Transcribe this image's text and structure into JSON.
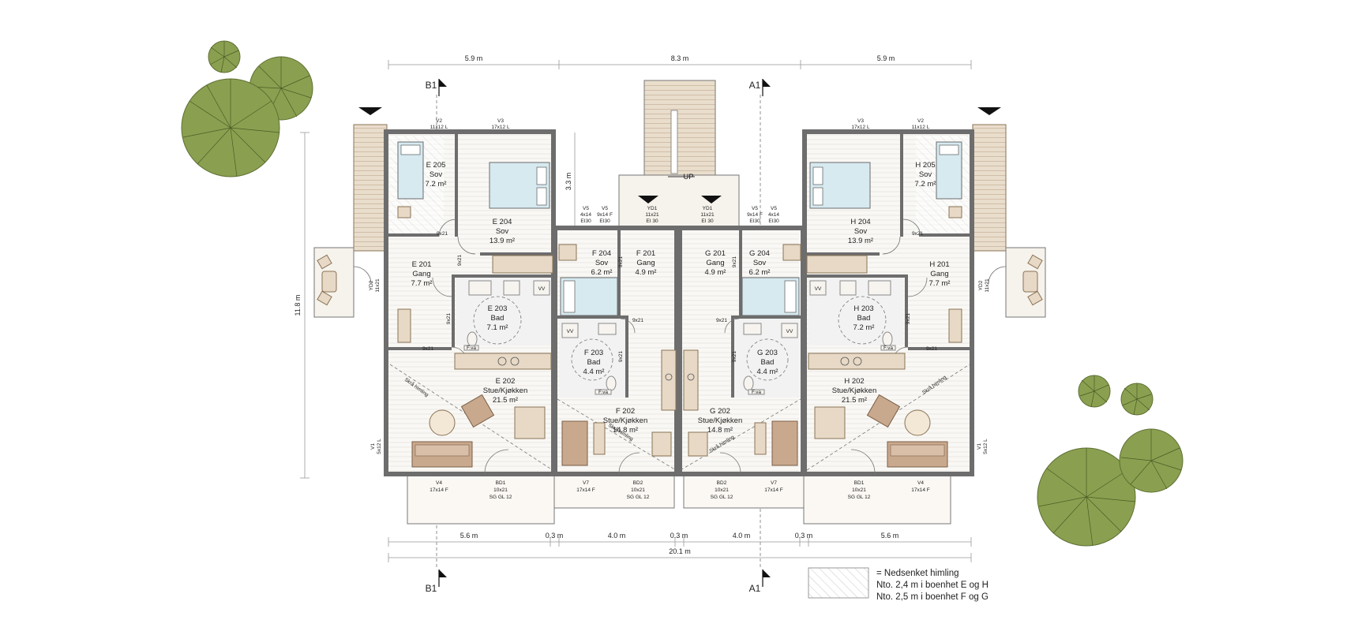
{
  "dimensions": {
    "top": [
      "5.9 m",
      "8.3 m",
      "5.9 m"
    ],
    "bottom": [
      "5.6 m",
      "0.3 m",
      "4.0 m",
      "0.3 m",
      "4.0 m",
      "0.3 m",
      "5.6 m"
    ],
    "total": "20.1 m",
    "height": "11.8 m",
    "stair": "3.3 m"
  },
  "sections": {
    "b1": "B1",
    "a1": "A1"
  },
  "stair_label": "UP",
  "rooms": [
    {
      "name": "E 205",
      "use": "Sov",
      "area": "7.2 m²"
    },
    {
      "name": "E 204",
      "use": "Sov",
      "area": "13.9 m²"
    },
    {
      "name": "E 201",
      "use": "Gang",
      "area": "7.7 m²"
    },
    {
      "name": "E 203",
      "use": "Bad",
      "area": "7.1 m²"
    },
    {
      "name": "E 202",
      "use": "Stue/Kjøkken",
      "area": "21.5 m²"
    },
    {
      "name": "F 204",
      "use": "Sov",
      "area": "6.2 m²"
    },
    {
      "name": "F 201",
      "use": "Gang",
      "area": "4.9 m²"
    },
    {
      "name": "F 203",
      "use": "Bad",
      "area": "4.4 m²"
    },
    {
      "name": "F 202",
      "use": "Stue/Kjøkken",
      "area": "14.8 m²"
    },
    {
      "name": "G 201",
      "use": "Gang",
      "area": "4.9 m²"
    },
    {
      "name": "G 204",
      "use": "Sov",
      "area": "6.2 m²"
    },
    {
      "name": "G 203",
      "use": "Bad",
      "area": "4.4 m²"
    },
    {
      "name": "G 202",
      "use": "Stue/Kjøkken",
      "area": "14.8 m²"
    },
    {
      "name": "H 205",
      "use": "Sov",
      "area": "7.2 m²"
    },
    {
      "name": "H 204",
      "use": "Sov",
      "area": "13.9 m²"
    },
    {
      "name": "H 201",
      "use": "Gang",
      "area": "7.7 m²"
    },
    {
      "name": "H 203",
      "use": "Bad",
      "area": "7.2 m²"
    },
    {
      "name": "H 202",
      "use": "Stue/Kjøkken",
      "area": "21.5 m²"
    }
  ],
  "tags": [
    {
      "a": "V2",
      "b": "11x12 L"
    },
    {
      "a": "V3",
      "b": "17x12 L"
    },
    {
      "a": "V3",
      "b": "17x12 L"
    },
    {
      "a": "V2",
      "b": "11x12 L"
    },
    {
      "a": "V5",
      "b": "4x14",
      "c": "EI30"
    },
    {
      "a": "V5",
      "b": "9x14 F",
      "c": "EI30"
    },
    {
      "a": "YD1",
      "b": "11x21",
      "c": "EI 30"
    },
    {
      "a": "YD1",
      "b": "11x21",
      "c": "EI 30"
    },
    {
      "a": "V5",
      "b": "9x14 F",
      "c": "EI30"
    },
    {
      "a": "V5",
      "b": "4x14",
      "c": "EI30"
    },
    {
      "a": "V4",
      "b": "17x14 F"
    },
    {
      "a": "BD1",
      "b": "10x21",
      "c": "SG GL 12"
    },
    {
      "a": "V7",
      "b": "17x14 F"
    },
    {
      "a": "BD2",
      "b": "10x21",
      "c": "SG GL 12"
    },
    {
      "a": "BD2",
      "b": "10x21",
      "c": "SG GL 12"
    },
    {
      "a": "V7",
      "b": "17x14 F"
    },
    {
      "a": "BD1",
      "b": "10x21",
      "c": "SG GL 12"
    },
    {
      "a": "V4",
      "b": "17x14 F"
    },
    {
      "a": "V1",
      "b": "5x12 L"
    },
    {
      "a": "V1",
      "b": "5x12 L"
    },
    {
      "a": "YD2",
      "b": "11x21"
    },
    {
      "a": "YD2",
      "b": "11x21"
    }
  ],
  "doors": [
    "9x21",
    "9x21",
    "9x21",
    "9x21",
    "9x21",
    "9x21",
    "9x21",
    "9x21",
    "9x21",
    "9x21",
    "9x21",
    "9x21",
    "9x21"
  ],
  "skra": "Skrå himling",
  "fixture": {
    "vm": "VV",
    "fv": "F.va"
  },
  "legend": {
    "line1": "= Nedsenket himling",
    "line2": "Nto. 2,4 m i boenhet E og H",
    "line3": "Nto. 2,5 m i boenhet F og G"
  },
  "colors": {
    "tree": "#8aa050",
    "wall": "#6d6d6d",
    "bed": "#d6eaf0",
    "sofa": "#c9a98e"
  }
}
